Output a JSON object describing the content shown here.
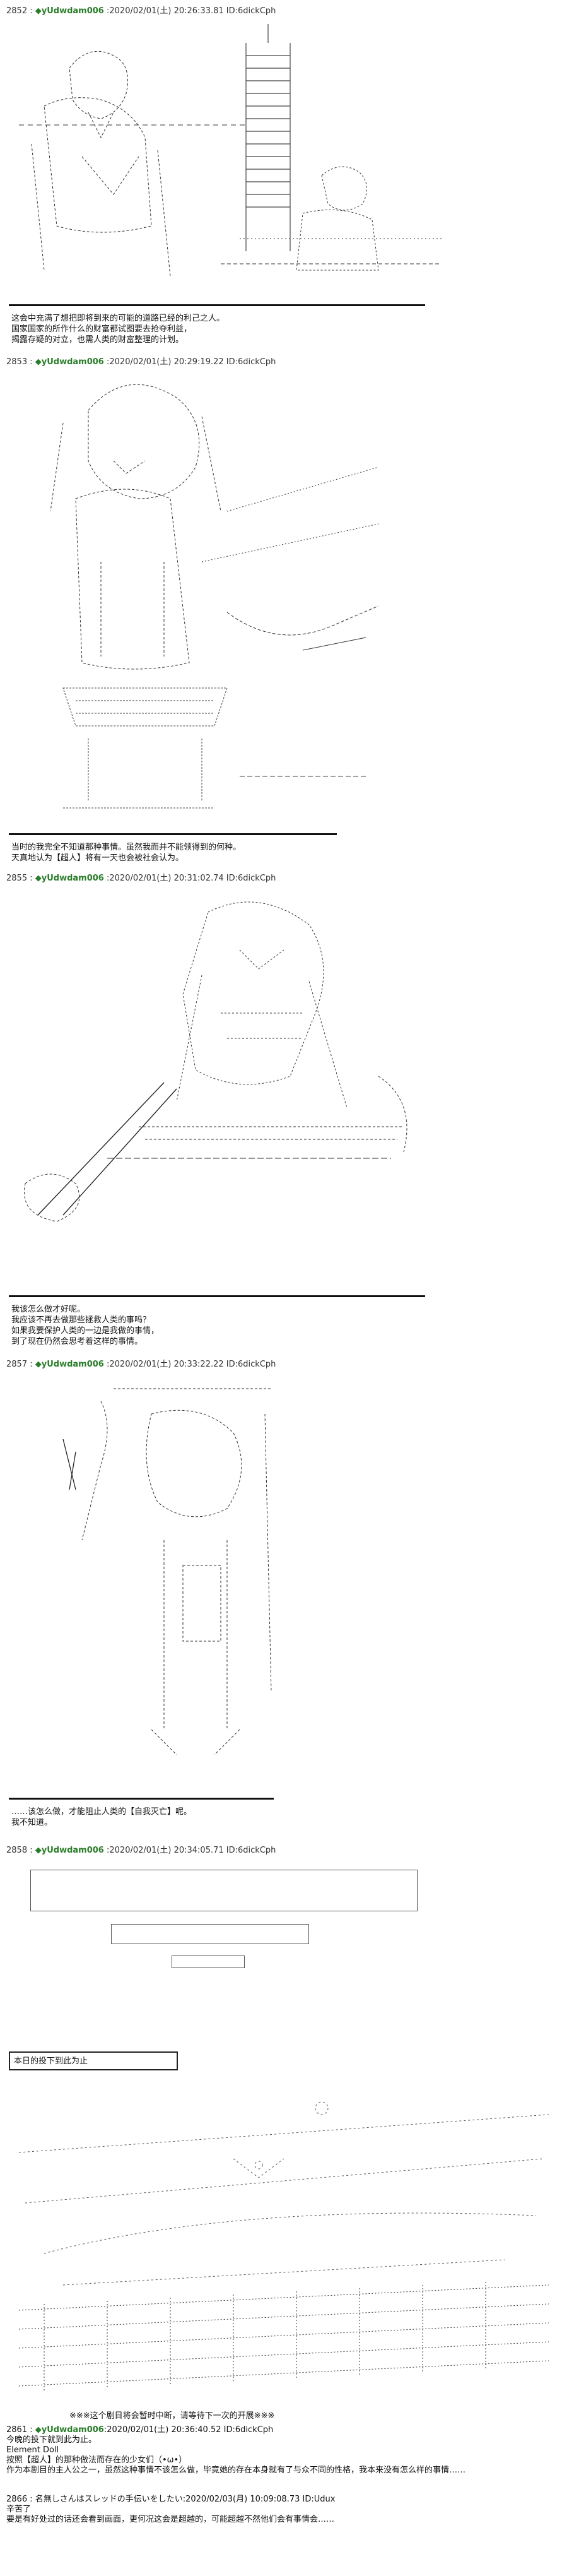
{
  "posts": [
    {
      "number": "2852 :",
      "name": "◆yUdwdam006",
      "date": ":2020/02/01(土) 20:26:33.81",
      "id": "ID:6dickCph",
      "lines": [
        "这会中充满了想把即将到来的可能的道路已经的利己之人。",
        "国家国家的所作什么的财富都试图要去抢夺利益，",
        "揭露存疑的对立，也需人类的财富整理的计划。"
      ]
    },
    {
      "number": "2853 :",
      "name": "◆yUdwdam006",
      "date": ":2020/02/01(土) 20:29:19.22",
      "id": "ID:6dickCph",
      "lines": [
        "当时的我完全不知道那种事情。虽然我而并不能领得到的何种。",
        "天真地认为【超人】将有一天也会被社会认为。"
      ]
    },
    {
      "number": "2855 :",
      "name": "◆yUdwdam006",
      "date": ":2020/02/01(土) 20:31:02.74",
      "id": "ID:6dickCph",
      "lines": [
        "我该怎么做才好呢。",
        "我应该不再去做那些拯救人类的事吗？",
        "如果我要保护人类的一边是我做的事情，",
        "到了现在仍然会思考着这样的事情。"
      ]
    },
    {
      "number": "2857 :",
      "name": "◆yUdwdam006",
      "date": ":2020/02/01(土) 20:33:22.22",
      "id": "ID:6dickCph",
      "lines": [
        "……该怎么做，才能阻止人类的【自我灭亡】呢。",
        "我不知道。"
      ]
    },
    {
      "number": "2858 :",
      "name": "◆yUdwdam006",
      "date": ":2020/02/01(土) 20:34:05.71",
      "id": "ID:6dickCph",
      "lines": []
    }
  ],
  "today_end": "本日的投下到此为止",
  "caption": "※※※这个剧目将会暂时中断，请等待下一次的开展※※※",
  "footer": {
    "post_2861": {
      "number": "2861 :",
      "name": "◆yUdwdam006",
      "date": ":2020/02/01(土) 20:36:40.52",
      "id": "ID:6dickCph",
      "lines": [
        "今晚的投下就到此为止。",
        "Element Doll",
        "按照【超人】的那种做法而存在的少女们（•ω•）",
        "作为本剧目的主人公之一，虽然这种事情不该怎么做，毕竟她的存在本身就有了与众不同的性格，我本来没有怎么样的事情……"
      ]
    },
    "post_2866": {
      "number": "2866 : 名無しさんはスレッドの手伝いをしたい",
      "date": ":2020/02/03(月) 10:09:08.73",
      "id": "ID:Udux",
      "lines": [
        "辛苦了",
        "要是有好处过的话还会看到画面，更何况这会是超越的，可能超越不然他们会有事情会……"
      ]
    }
  }
}
